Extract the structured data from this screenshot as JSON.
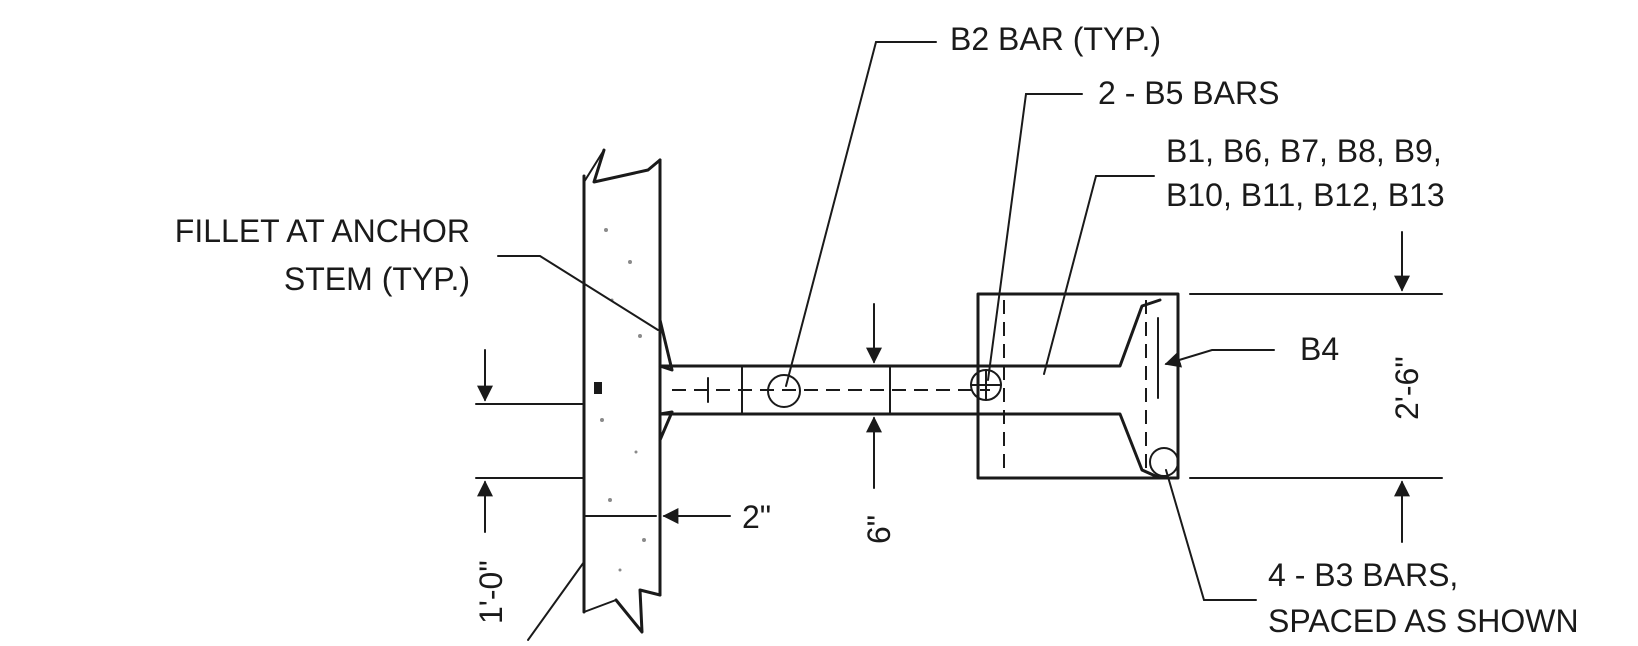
{
  "labels": {
    "b2_bar": "B2 BAR (TYP.)",
    "b5_bars": "2 - B5 BARS",
    "b_list_line1": "B1, B6, B7, B8, B9,",
    "b_list_line2": "B10, B11, B12, B13",
    "fillet_line1": "FILLET AT ANCHOR",
    "fillet_line2": "STEM (TYP.)",
    "b4": "B4",
    "b3_line1": "4 - B3 BARS,",
    "b3_line2": "SPACED AS SHOWN"
  },
  "dimensions": {
    "width_2_6": "2'-6\"",
    "stem_6": "6\"",
    "depth_1_0": "1'-0\"",
    "offset_2": "2\""
  }
}
